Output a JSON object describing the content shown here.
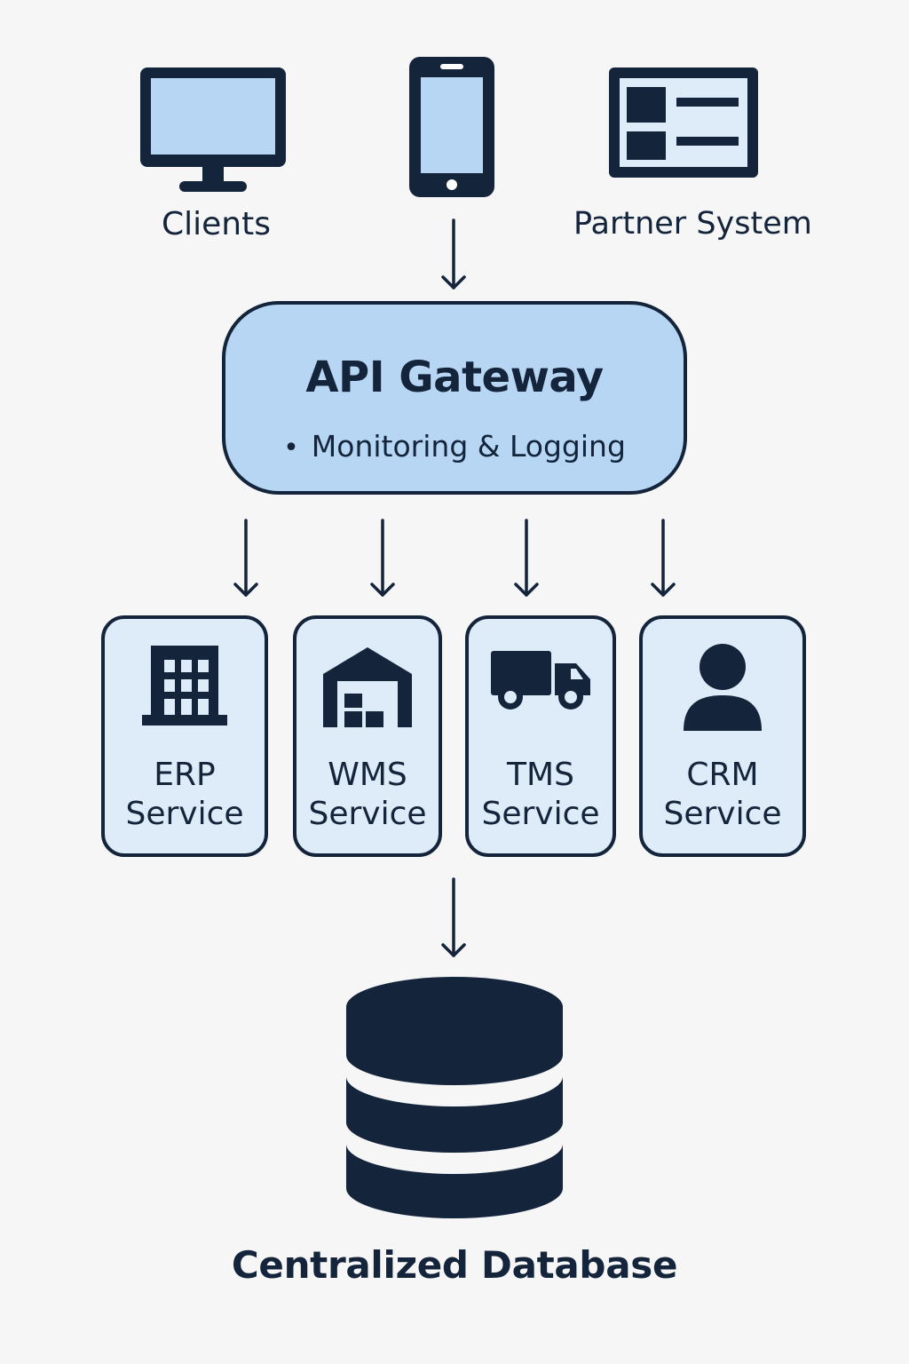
{
  "sources": {
    "clients_label": "Clients",
    "partner_label": "Partner System",
    "desktop_icon": "desktop-monitor-icon",
    "mobile_icon": "mobile-phone-icon",
    "partner_icon": "partner-window-icon"
  },
  "gateway": {
    "title": "API Gateway",
    "features": [
      "Monitoring & Logging"
    ]
  },
  "services": [
    {
      "line1": "ERP",
      "line2": "Service",
      "icon": "building-icon"
    },
    {
      "line1": "WMS",
      "line2": "Service",
      "icon": "warehouse-icon"
    },
    {
      "line1": "TMS",
      "line2": "Service",
      "icon": "truck-icon"
    },
    {
      "line1": "CRM",
      "line2": "Service",
      "icon": "user-icon"
    }
  ],
  "database": {
    "label": "Centralized Database",
    "icon": "database-icon"
  },
  "colors": {
    "dark": "#13243b",
    "box_fill": "#b7d6f3",
    "card_fill": "#deebf8",
    "background": "#f6f6f7"
  }
}
